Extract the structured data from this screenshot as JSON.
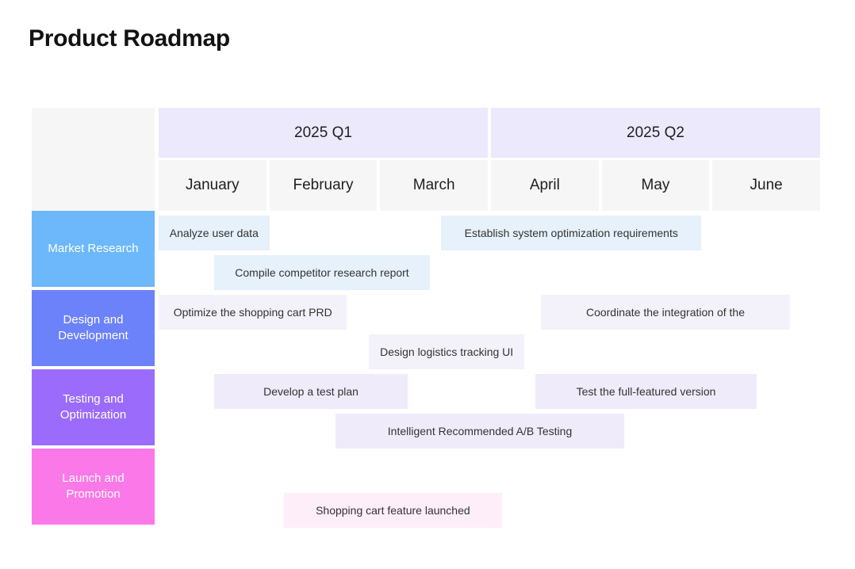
{
  "title": "Product Roadmap",
  "chart_data": {
    "type": "bar",
    "title": "Product Roadmap",
    "subtype": "gantt",
    "xlabel": "",
    "ylabel": "",
    "grid": false,
    "legend": "none",
    "timeline": {
      "quarters": [
        {
          "label": "2025 Q1",
          "months": [
            "January",
            "February",
            "March"
          ]
        },
        {
          "label": "2025 Q2",
          "months": [
            "April",
            "May",
            "June"
          ]
        }
      ],
      "months": [
        "January",
        "February",
        "March",
        "April",
        "May",
        "June"
      ],
      "month_count": 6
    },
    "categories": [
      {
        "label": "Market Research",
        "color": "#6cb8fb",
        "bar_color": "#e6f1fc",
        "tasks": [
          {
            "name": "Analyze user data",
            "start_month": 0,
            "end_month": 1,
            "lane": 0
          },
          {
            "name": "Compile competitor research report",
            "start_month": 0.5,
            "end_month": 2.45,
            "lane": 1
          },
          {
            "name": "Establish system optimization requirements",
            "start_month": 2.55,
            "end_month": 4.9,
            "lane": 0
          }
        ]
      },
      {
        "label": "Design and Development",
        "color": "#6c82fa",
        "bar_color": "#f3f2fb",
        "tasks": [
          {
            "name": "Optimize the shopping cart PRD",
            "start_month": 0,
            "end_month": 1.7,
            "lane": 0
          },
          {
            "name": "Design logistics tracking UI",
            "start_month": 1.9,
            "end_month": 3.3,
            "lane": 1
          },
          {
            "name": "Coordinate the integration of the",
            "start_month": 3.45,
            "end_month": 5.7,
            "lane": 0
          }
        ]
      },
      {
        "label": "Testing and Optimization",
        "color": "#9b6cfb",
        "bar_color": "#efebfb",
        "tasks": [
          {
            "name": "Develop a test plan",
            "start_month": 0.5,
            "end_month": 2.25,
            "lane": 0
          },
          {
            "name": "Intelligent Recommended A/B Testing",
            "start_month": 1.6,
            "end_month": 4.2,
            "lane": 1
          },
          {
            "name": "Test the full-featured version",
            "start_month": 3.4,
            "end_month": 5.4,
            "lane": 0
          }
        ]
      },
      {
        "label": "Launch and Promotion",
        "color": "#fa78e8",
        "bar_color": "#fdeefa",
        "tasks": [
          {
            "name": "Shopping cart feature launched",
            "start_month": 1.13,
            "end_month": 3.1,
            "lane": 1
          }
        ]
      }
    ]
  }
}
